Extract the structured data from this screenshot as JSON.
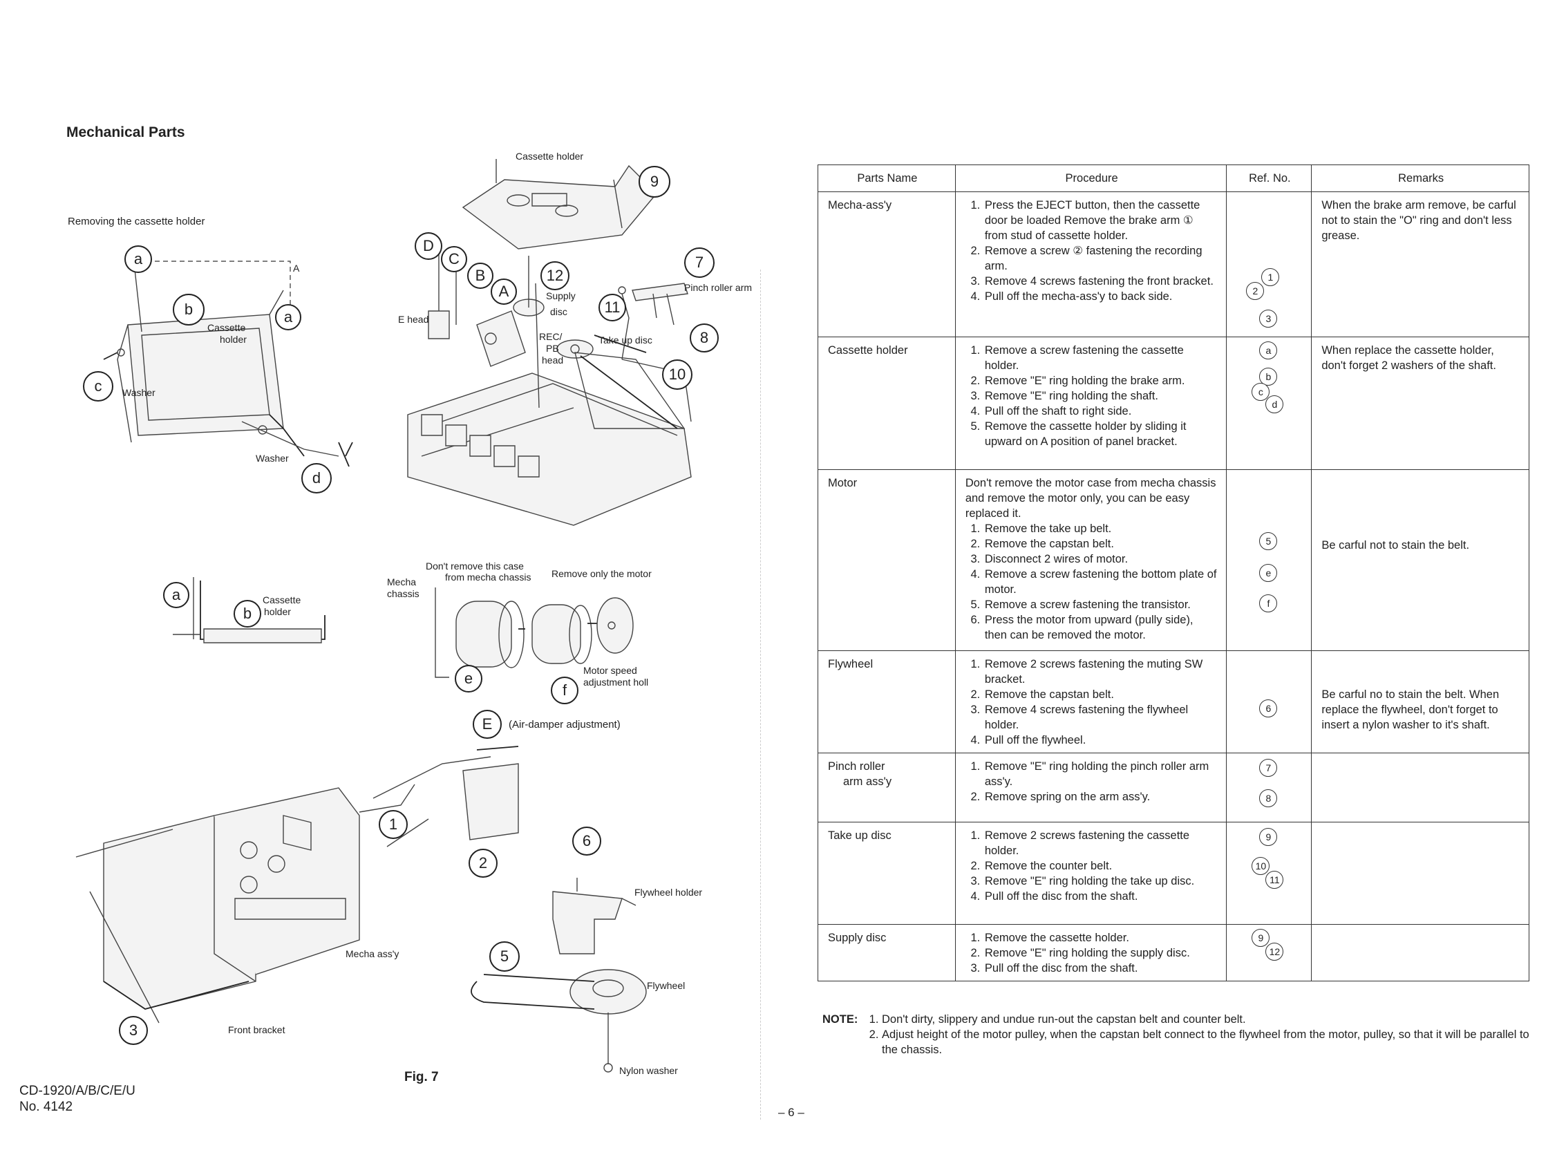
{
  "page": {
    "title": "Mechanical Parts",
    "figure_label": "Fig. 7",
    "model": "CD-1920/A/B/C/E/U",
    "doc_number": "No. 4142",
    "page_number": "– 6 –"
  },
  "diagram": {
    "removing_caption": "Removing the cassette holder",
    "labels": {
      "cassette_holder": "Cassette holder",
      "cassette": "Cassette",
      "holder": "holder",
      "washer": "Washer",
      "a_letter": "A",
      "e_head": "E head",
      "supply": "Supply",
      "disc": "disc",
      "rec": "REC/",
      "pb": "PB",
      "head": "head",
      "take_up_disc": "Take up disc",
      "pinch_roller_arm": "Pinch roller arm",
      "dont_remove_1": "Don't remove this case",
      "dont_remove_2": "from mecha chassis",
      "mecha": "Mecha",
      "chassis": "chassis",
      "remove_only_motor": "Remove only the motor",
      "motor_speed": "Motor speed",
      "adjustment_holl": "adjustment holl",
      "air_damper": "(Air-damper adjustment)",
      "flywheel_holder": "Flywheel holder",
      "flywheel": "Flywheel",
      "mecha_assy": "Mecha ass'y",
      "front_bracket": "Front bracket",
      "nylon_washer": "Nylon washer"
    },
    "callouts": {
      "n9": "9",
      "n7": "7",
      "n8": "8",
      "n10": "10",
      "n11": "11",
      "n12": "12",
      "n6": "6",
      "n5": "5",
      "n3": "3",
      "n2": "2",
      "n1": "1",
      "bigA": "A",
      "bigB": "B",
      "bigC": "C",
      "bigD": "D",
      "bigE": "E",
      "la": "a",
      "lb": "b",
      "lc": "c",
      "ld": "d",
      "le": "e",
      "lf": "f"
    }
  },
  "table": {
    "headers": {
      "name": "Parts Name",
      "procedure": "Procedure",
      "ref": "Ref. No.",
      "remarks": "Remarks"
    },
    "rows": [
      {
        "name": "Mecha-ass'y",
        "steps": [
          "Press the EJECT button, then the cassette door be loaded Remove the brake arm ① from stud of cassette holder.",
          "Remove a screw ② fastening the recording arm.",
          "Remove 4 screws fastening the front bracket.",
          "Pull off the mecha-ass'y to back side."
        ],
        "refs": [
          "1",
          "2",
          "3"
        ],
        "remarks": "When the brake arm remove, be carful not to stain the \"O\" ring and don't less grease."
      },
      {
        "name": "Cassette holder",
        "steps": [
          "Remove a screw fastening the cassette holder.",
          "Remove \"E\" ring holding the brake arm.",
          "Remove \"E\" ring holding the shaft.",
          "Pull off the shaft to right side.",
          "Remove the cassette holder by sliding it upward on A position of panel bracket."
        ],
        "refs": [
          "a",
          "b",
          "c",
          "d"
        ],
        "remarks": "When replace the cassette holder, don't forget 2 washers of the shaft."
      },
      {
        "name": "Motor",
        "intro": "Don't remove the motor case from mecha chassis and remove the motor only, you can be easy replaced it.",
        "steps": [
          "Remove the take up belt.",
          "Remove the capstan belt.",
          "Disconnect 2 wires of motor.",
          "Remove a screw fastening the bottom plate of motor.",
          "Remove a screw fastening the transistor.",
          "Press the motor from upward (pully side), then can be removed the motor."
        ],
        "refs": [
          "5",
          "e",
          "f"
        ],
        "remarks": "Be carful not to stain the belt."
      },
      {
        "name": "Flywheel",
        "steps": [
          "Remove 2 screws fastening the muting SW bracket.",
          "Remove the capstan belt.",
          "Remove 4 screws fastening the flywheel holder.",
          "Pull off the flywheel."
        ],
        "refs": [
          "6"
        ],
        "remarks": "Be carful no to stain the belt. When replace the flywheel, don't forget to insert a nylon washer to it's shaft."
      },
      {
        "name_line1": "Pinch roller",
        "name_line2": "arm ass'y",
        "steps": [
          "Remove \"E\" ring holding the pinch roller arm ass'y.",
          "Remove spring on the arm ass'y."
        ],
        "refs": [
          "7",
          "8"
        ],
        "remarks": ""
      },
      {
        "name": "Take up disc",
        "steps": [
          "Remove 2 screws fastening the cassette holder.",
          "Remove the counter belt.",
          "Remove \"E\" ring holding the take up disc.",
          "Pull off the disc from the shaft."
        ],
        "refs": [
          "9",
          "10",
          "11"
        ],
        "remarks": ""
      },
      {
        "name": "Supply disc",
        "steps": [
          "Remove the cassette holder.",
          "Remove \"E\" ring holding the supply disc.",
          "Pull off the disc from the shaft."
        ],
        "refs": [
          "9",
          "12"
        ],
        "remarks": ""
      }
    ]
  },
  "note": {
    "header": "NOTE:",
    "items": [
      "Don't dirty, slippery and undue run-out the capstan belt and counter belt.",
      "Adjust height of the motor pulley, when the capstan belt connect to the flywheel from the motor, pulley, so that it will be parallel to the chassis."
    ]
  }
}
